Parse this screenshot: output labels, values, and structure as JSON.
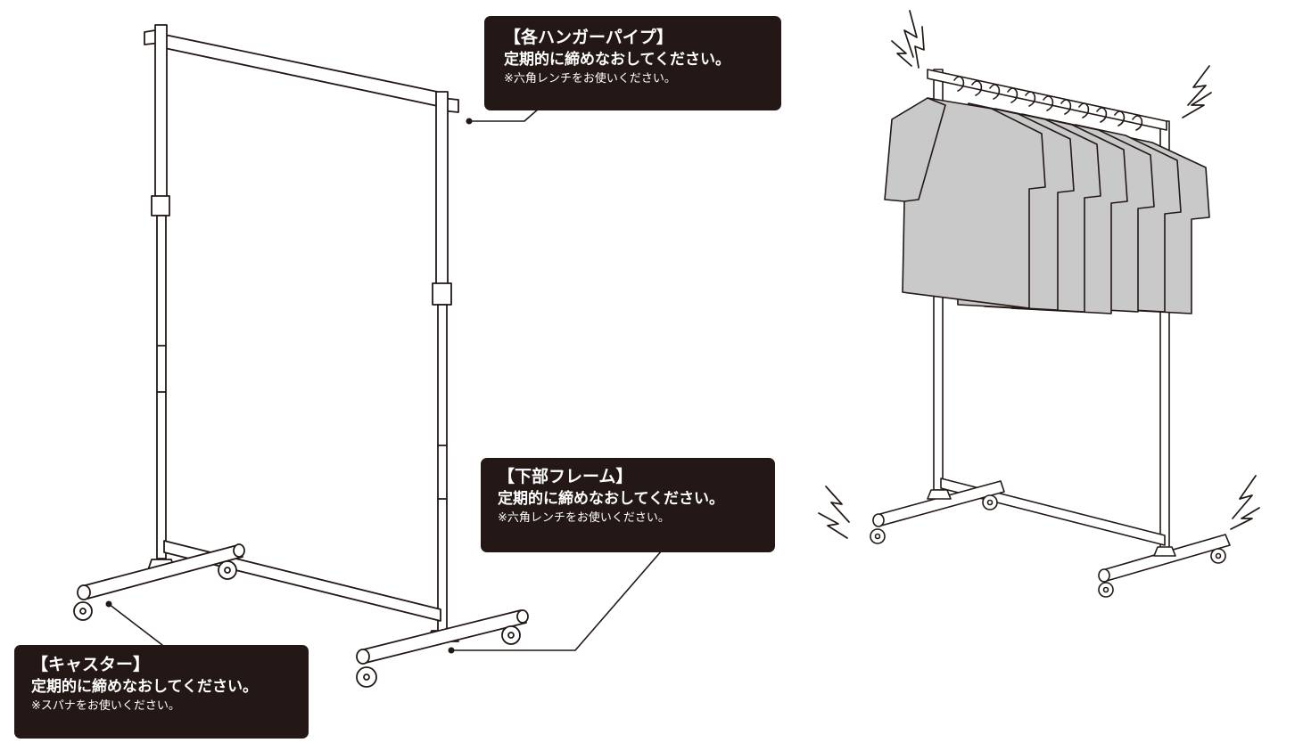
{
  "callouts": {
    "pipe": {
      "title": "【各ハンガーパイプ】",
      "body": "定期的に締めなおしてください。",
      "note": "※六角レンチをお使いください。"
    },
    "frame": {
      "title": "【下部フレーム】",
      "body": "定期的に締めなおしてください。",
      "note": "※六角レンチをお使いください。"
    },
    "caster": {
      "title": "【キャスター】",
      "body": "定期的に締めなおしてください。",
      "note": "※スパナをお使いください。"
    }
  },
  "colors": {
    "callout_bg": "#231815",
    "callout_text": "#ffffff",
    "line": "#231815",
    "shirt": "#c9c9c9"
  },
  "icons": [
    "hanger-rack-illustration",
    "loaded-hanger-rack-illustration",
    "shake-lightning-icon",
    "caster-wheel-icon",
    "leader-line"
  ]
}
